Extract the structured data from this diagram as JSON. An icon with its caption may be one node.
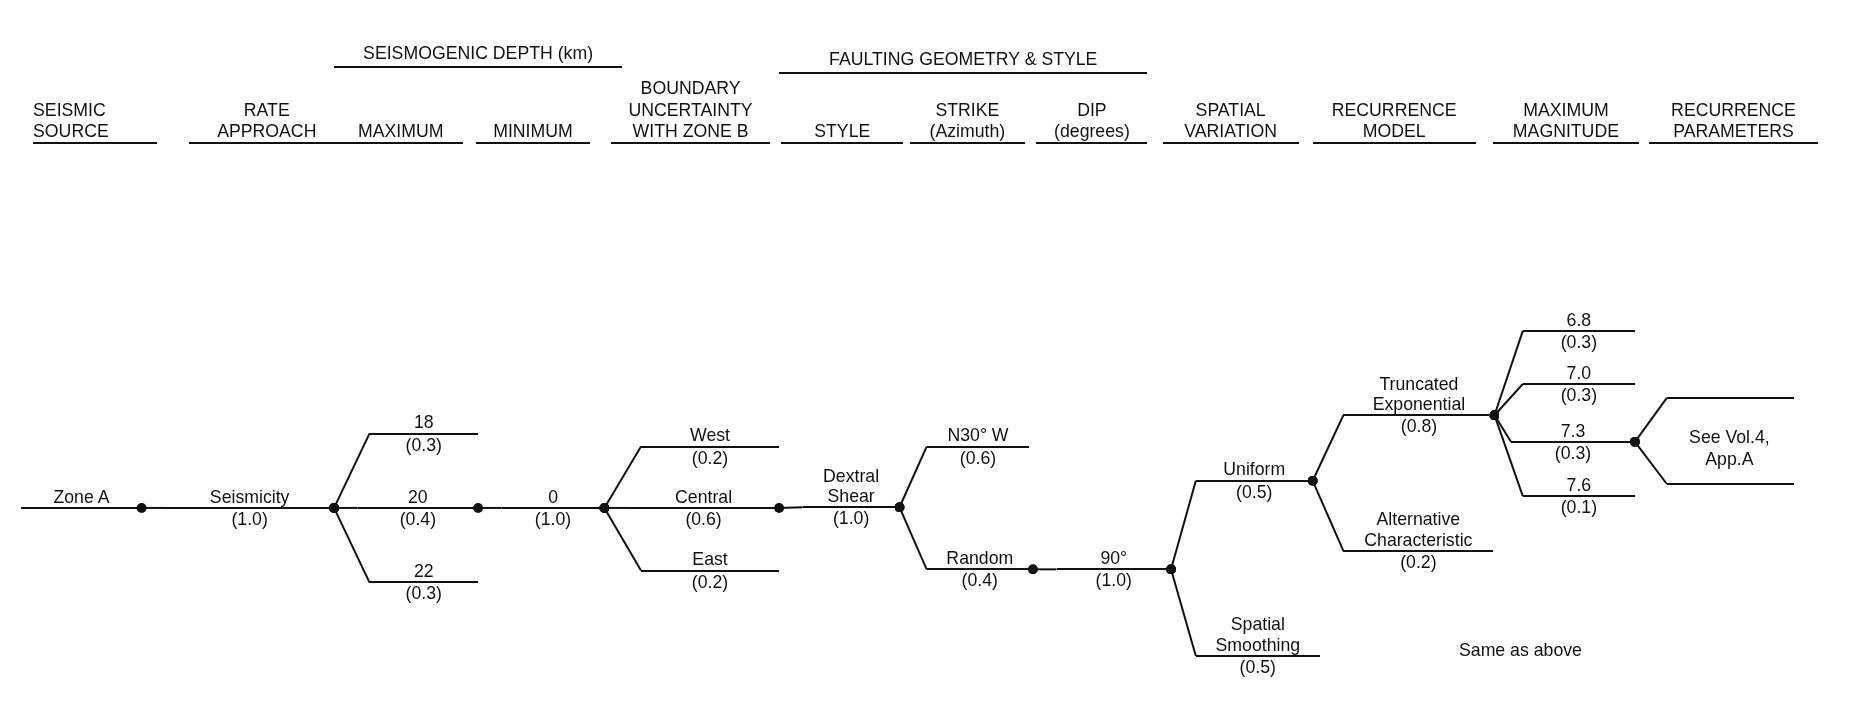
{
  "diagram": {
    "nodes": [
      {
        "text": [
          "Zone A"
        ]
      },
      {
        "text": [
          "Seismicity",
          "(1.0)"
        ]
      },
      {
        "text": [
          "18",
          "(0.3)"
        ]
      },
      {
        "text": [
          "20",
          "(0.4)"
        ]
      },
      {
        "text": [
          "22",
          "(0.3)"
        ]
      },
      {
        "text": [
          "0",
          "(1.0)"
        ]
      },
      {
        "text": [
          "West",
          "(0.2)"
        ]
      },
      {
        "text": [
          "Central",
          "(0.6)"
        ]
      },
      {
        "text": [
          "East",
          "(0.2)"
        ]
      },
      {
        "text": [
          "Dextral Shear",
          "(1.0)"
        ]
      },
      {
        "text": [
          "N30° W",
          "(0.6)"
        ]
      },
      {
        "text": [
          "Random",
          "(0.4)"
        ]
      },
      {
        "text": [
          "90°",
          "(1.0)"
        ]
      },
      {
        "text": [
          "Uniform",
          "(0.5)"
        ]
      },
      {
        "text": [
          "Spatial Smoothing",
          "(0.5)"
        ]
      },
      {
        "text": [
          "Truncated Exponential",
          "(0.8)"
        ]
      },
      {
        "text": [
          "Alternative Characteristic",
          "(0.2)"
        ]
      },
      {
        "text": [
          "6.8",
          "(0.3)"
        ]
      },
      {
        "text": [
          "7.0",
          "(0.3)"
        ]
      },
      {
        "text": [
          "7.3",
          "(0.3)"
        ]
      },
      {
        "text": [
          "7.6",
          "(0.1)"
        ]
      },
      {
        "text": [],
        "shape": "bar"
      },
      {
        "text": [],
        "shape": "bar"
      }
    ],
    "edges": [
      {
        "from": 0,
        "to": 1,
        "arrow": "other"
      },
      {
        "from": 1,
        "to": 2,
        "arrow": "other"
      },
      {
        "from": 1,
        "to": 3,
        "arrow": "other"
      },
      {
        "from": 1,
        "to": 4,
        "arrow": "other"
      },
      {
        "from": 3,
        "to": 5,
        "arrow": "other"
      },
      {
        "from": 5,
        "to": 6,
        "arrow": "other"
      },
      {
        "from": 5,
        "to": 7,
        "arrow": "other"
      },
      {
        "from": 5,
        "to": 8,
        "arrow": "other"
      },
      {
        "from": 7,
        "to": 9,
        "arrow": "other"
      },
      {
        "from": 9,
        "to": 10,
        "arrow": "other"
      },
      {
        "from": 9,
        "to": 11,
        "arrow": "other"
      },
      {
        "from": 11,
        "to": 12,
        "arrow": "other"
      },
      {
        "from": 12,
        "to": 13,
        "arrow": "other"
      },
      {
        "from": 12,
        "to": 14,
        "arrow": "other"
      },
      {
        "from": 13,
        "to": 15,
        "arrow": "other"
      },
      {
        "from": 13,
        "to": 16,
        "arrow": "other"
      },
      {
        "from": 15,
        "to": 17,
        "arrow": "other"
      },
      {
        "from": 15,
        "to": 18,
        "arrow": "other"
      },
      {
        "from": 15,
        "to": 19,
        "arrow": "other"
      },
      {
        "from": 15,
        "to": 20,
        "arrow": "other"
      },
      {
        "from": 19,
        "to": 21,
        "arrow": "other"
      },
      {
        "from": 19,
        "to": 22,
        "arrow": "other"
      }
    ],
    "labels": [
      "SEISMOGENIC DEPTH (km)",
      "FAULTING GEOMETRY & STYLE",
      "SEISMIC SOURCE",
      "RATE APPROACH",
      "MAXIMUM",
      "MINIMUM",
      "BOUNDARY UNCERTAINTY WITH ZONE B",
      "STYLE",
      "STRIKE (Azimuth)",
      "DIP (degrees)",
      "SPATIAL VARIATION",
      "RECURRENCE MODEL",
      "MAXIMUM MAGNITUDE",
      "RECURRENCE PARAMETERS",
      "See Vol.4, App.A",
      "Same as above"
    ]
  }
}
